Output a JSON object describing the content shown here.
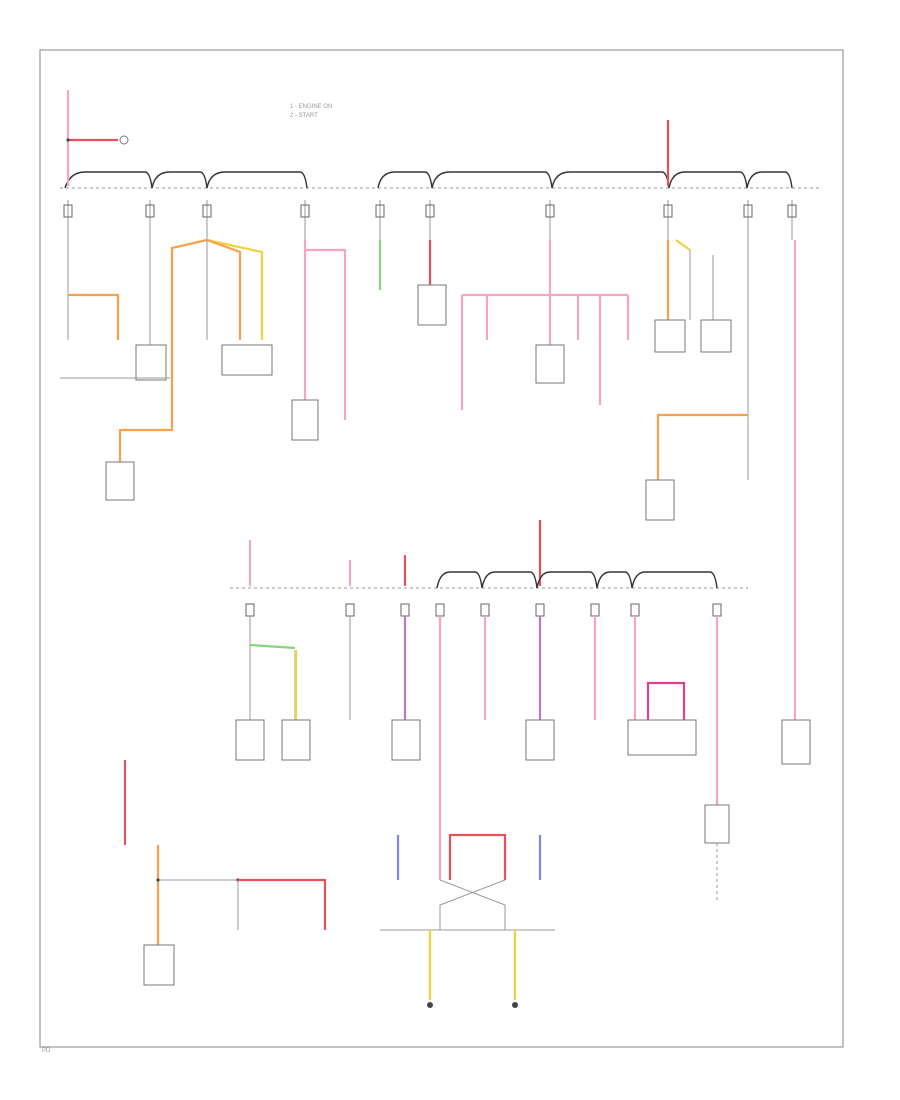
{
  "diagram": {
    "legend": [
      "1 - ENGINE ON",
      "2 - START"
    ],
    "footer": "PD"
  },
  "colors": {
    "pink": "#f4a6c0",
    "red": "#e8505a",
    "orange": "#f7a24a",
    "yellow": "#f2d23c",
    "green": "#8ad27c",
    "purple": "#b57ad0",
    "blue": "#7e86e6",
    "magenta": "#e0408c",
    "line_gray": "#9a9a9a"
  }
}
